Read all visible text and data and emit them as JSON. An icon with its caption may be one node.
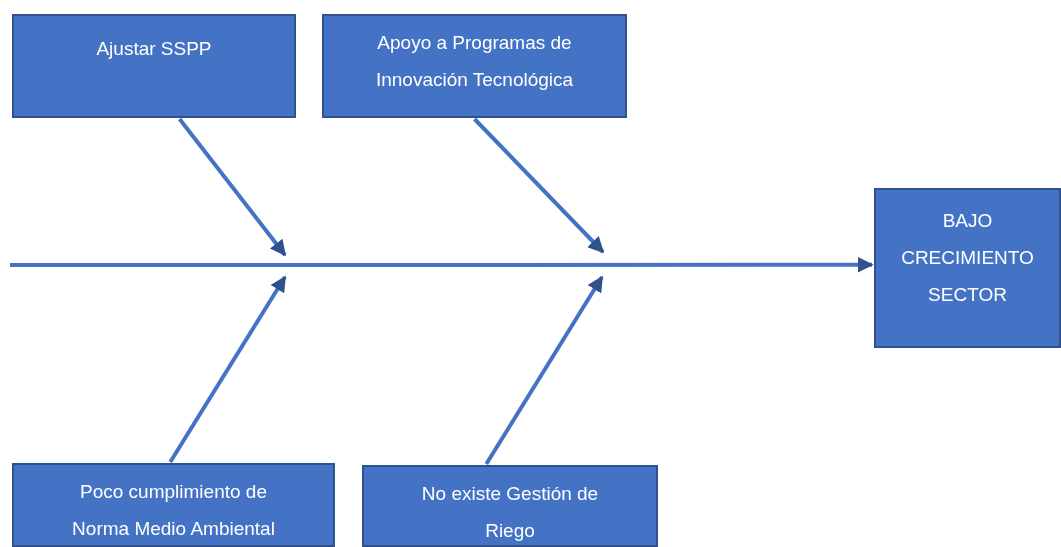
{
  "diagram": {
    "nodes": [
      {
        "text": [
          "Ajustar SSPP"
        ]
      },
      {
        "text": [
          "Apoyo a Programas de Innovación Tecnológica"
        ]
      },
      {
        "text": [
          "BAJO CRECIMIENTO SECTOR"
        ]
      },
      {
        "text": [
          "Poco cumplimiento de Norma Medio Ambiental"
        ]
      },
      {
        "text": [
          "No existe Gestión de Riego"
        ]
      }
    ],
    "edges": [
      {
        "from": null,
        "to": 2,
        "arrow": "to"
      },
      {
        "from": 0,
        "to": null,
        "arrow": "to"
      },
      {
        "from": 1,
        "to": null,
        "arrow": "to"
      },
      {
        "from": 3,
        "to": null,
        "arrow": "to"
      },
      {
        "from": 4,
        "to": null,
        "arrow": "to"
      }
    ]
  }
}
